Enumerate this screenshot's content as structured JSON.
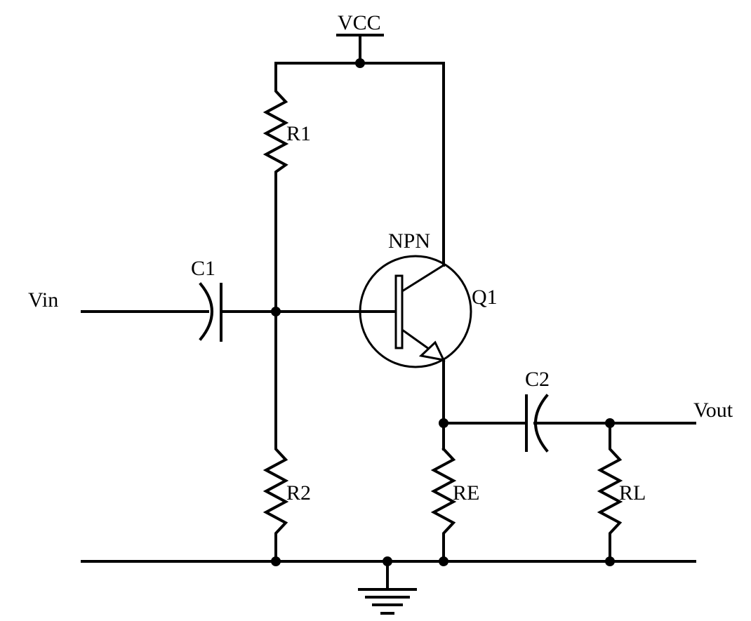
{
  "diagram": {
    "supply_label": "VCC",
    "input_label": "Vin",
    "output_label": "Vout",
    "transistor": {
      "ref": "Q1",
      "type": "NPN"
    },
    "resistors": [
      "R1",
      "R2",
      "RE",
      "RL"
    ],
    "capacitors": [
      "C1",
      "C2"
    ]
  }
}
